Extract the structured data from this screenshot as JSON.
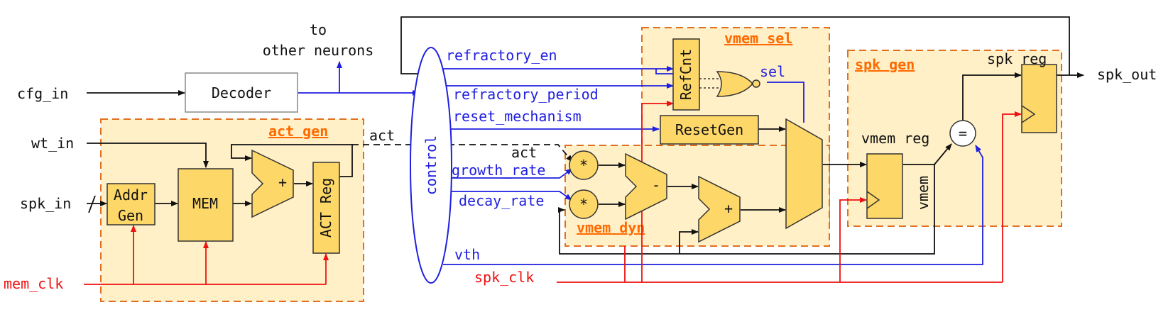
{
  "colors": {
    "black": "#111111",
    "blue": "#1f1fe0",
    "red": "#ee1111",
    "orange": "#ff6a00",
    "region_fill": "#fff0c8",
    "block_fill": "#fdd768"
  },
  "inputs": {
    "cfg_in": "cfg_in",
    "wt_in": "wt_in",
    "spk_in": "spk_in",
    "mem_clk": "mem_clk",
    "spk_clk": "spk_clk"
  },
  "outputs": {
    "spk_out": "spk_out"
  },
  "notes": {
    "to_line1": "to",
    "to_line2": "other neurons"
  },
  "regions": {
    "act_gen": "act gen",
    "vmem_sel": "vmem sel",
    "spk_gen": "spk gen",
    "vmem_dyn": "vmem dyn"
  },
  "blocks": {
    "decoder": "Decoder",
    "addr_gen_1": "Addr",
    "addr_gen_2": "Gen",
    "mem": "MEM",
    "act_reg": "ACT Reg",
    "refcnt": "RefCnt",
    "resetgen": "ResetGen",
    "vmem_reg_label": "vmem reg",
    "spk_reg_label": "spk reg",
    "control": "control"
  },
  "ops": {
    "plus": "+",
    "minus": "-",
    "mult": "*",
    "eq": "="
  },
  "signals": {
    "refractory_en": "refractory_en",
    "refractory_period": "refractory_period",
    "reset_mechanism": "reset_mechanism",
    "growth_rate": "growth_rate",
    "decay_rate": "decay_rate",
    "vth": "vth",
    "act_1": "act",
    "act_2": "act",
    "sel": "sel",
    "vmem": "vmem"
  }
}
